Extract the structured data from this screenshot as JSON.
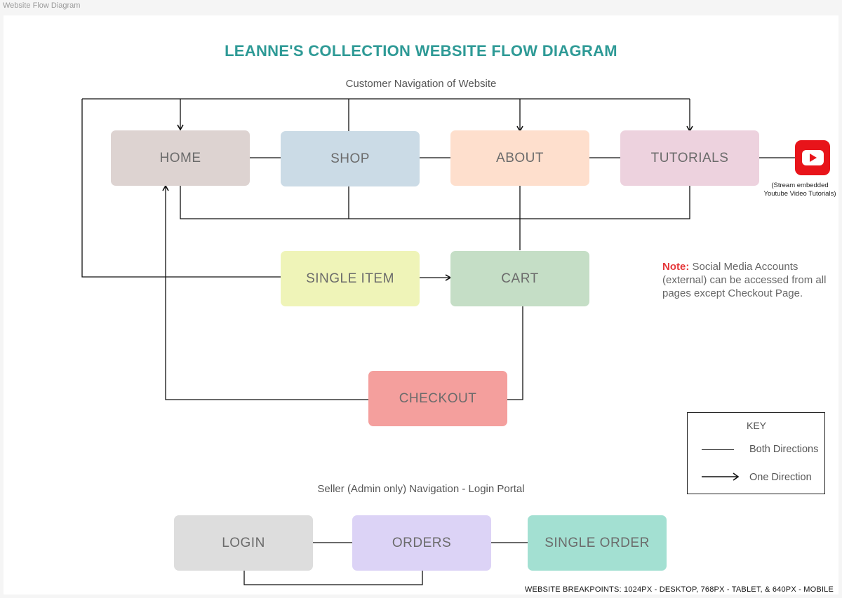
{
  "frame_label": "Website Flow Diagram",
  "title": "LEANNE'S COLLECTION WEBSITE FLOW DIAGRAM",
  "customer_subtitle": "Customer Navigation of Website",
  "seller_subtitle": "Seller (Admin only) Navigation - Login Portal",
  "nodes": {
    "home": "HOME",
    "shop": "SHOP",
    "about": "ABOUT",
    "tutorials": "TUTORIALS",
    "single_item": "SINGLE ITEM",
    "cart": "CART",
    "checkout": "CHECKOUT",
    "login": "LOGIN",
    "orders": "ORDERS",
    "single_order": "SINGLE ORDER"
  },
  "colors": {
    "title": "#2e9a96",
    "home": "#ddd3d1",
    "shop": "#cbdbe6",
    "about": "#fedfcd",
    "tutorials": "#edd2de",
    "single_item": "#eff4b8",
    "cart": "#c5dec6",
    "checkout": "#f49f9d",
    "login": "#dddddd",
    "orders": "#dcd3f6",
    "single_order": "#a3e0d2",
    "youtube": "#e8141a",
    "note_label": "#e5383b"
  },
  "youtube_caption_line1": "(Stream embedded",
  "youtube_caption_line2": "Youtube Video Tutorials)",
  "note": {
    "label": "Note:",
    "text": " Social Media Accounts (external) can be accessed from all pages except Checkout Page."
  },
  "key": {
    "title": "KEY",
    "both": "Both Directions",
    "one": "One Direction"
  },
  "breakpoints": "WEBSITE BREAKPOINTS: 1024PX - DESKTOP, 768PX - TABLET, & 640PX - MOBILE"
}
